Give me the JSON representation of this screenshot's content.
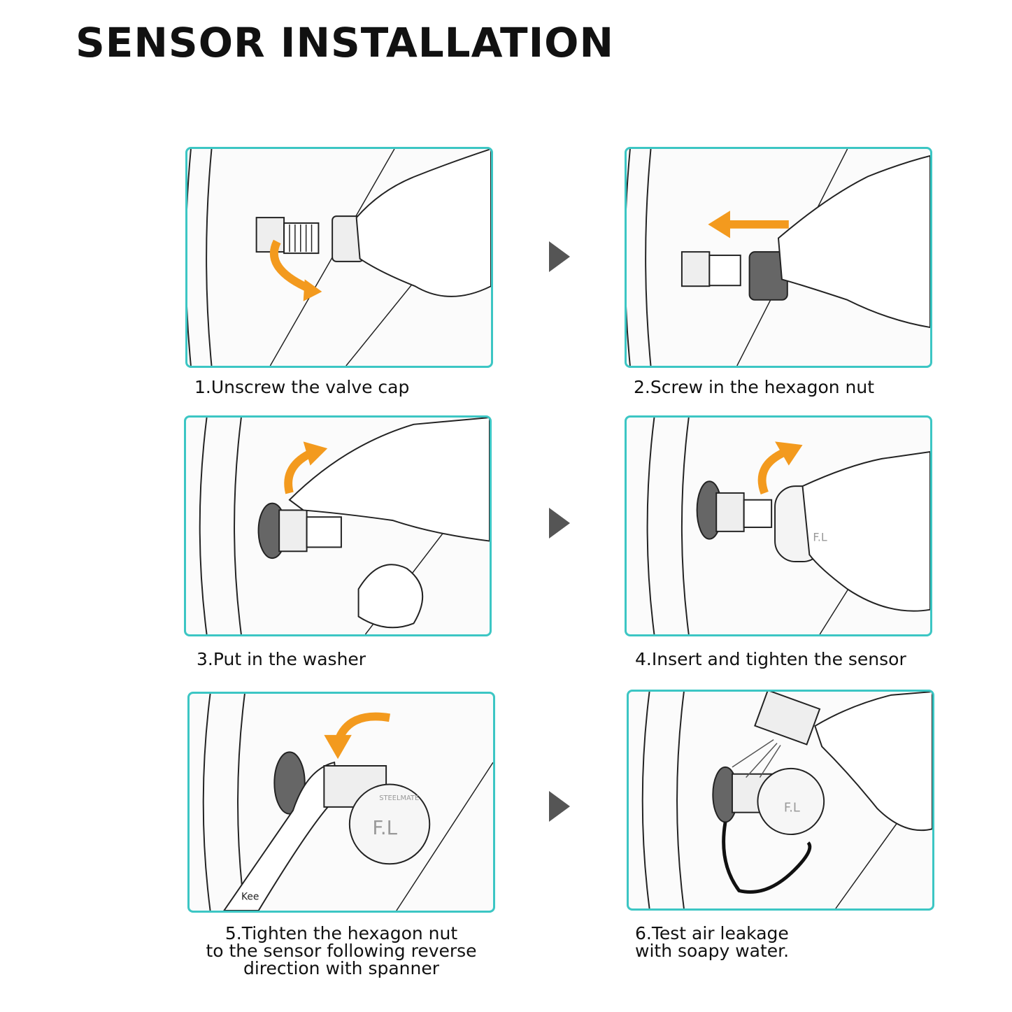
{
  "title": "SENSOR INSTALLATION",
  "accent_color": "#3cc6c4",
  "arrow_color": "#f39a1e",
  "steps": [
    {
      "caption": [
        "1.Unscrew the valve cap"
      ]
    },
    {
      "caption": [
        "2.Screw in the hexagon nut"
      ]
    },
    {
      "caption": [
        "3.Put in the washer"
      ]
    },
    {
      "caption": [
        "4.Insert and tighten the sensor"
      ]
    },
    {
      "caption": [
        "5.Tighten the hexagon nut",
        "to the sensor following reverse",
        "direction with spanner"
      ]
    },
    {
      "caption": [
        "6.Test air leakage",
        "with soapy water."
      ]
    }
  ],
  "sensor_label": "F.L",
  "sensor_brand": "STEELMATE",
  "spanner_text": "Kee"
}
